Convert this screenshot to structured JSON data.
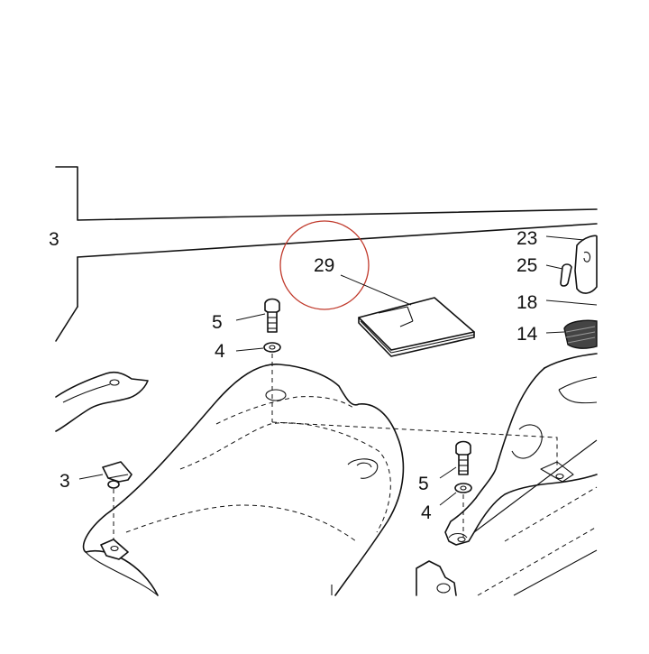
{
  "diagram": {
    "labels": {
      "l29": "29",
      "l23": "23",
      "l25": "25",
      "l18": "18",
      "l14": "14",
      "l5a": "5",
      "l4a": "4",
      "l3": "3",
      "l5b": "5",
      "l4b": "4",
      "l3cut": "3"
    },
    "colors": {
      "highlight_circle": "#c0392b",
      "line": "#111111",
      "pad_fill": "#444444"
    }
  }
}
